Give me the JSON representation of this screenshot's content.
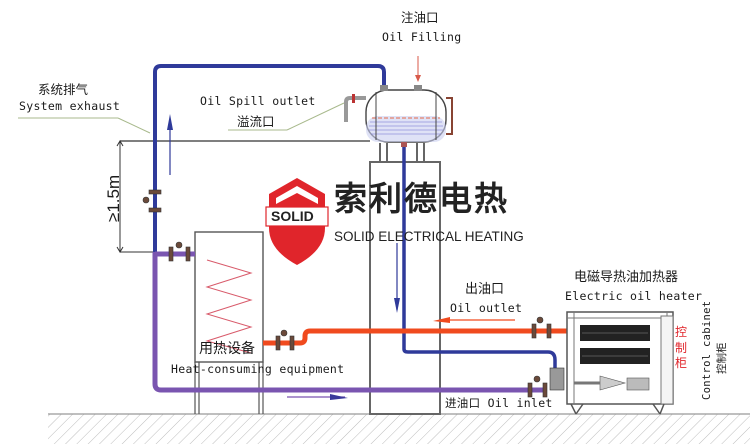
{
  "labels": {
    "oil_filling_cn": "注油口",
    "oil_filling_en": "Oil Filling",
    "system_exhaust_cn": "系统排气",
    "system_exhaust_en": "System exhaust",
    "oil_spill_en": "Oil Spill outlet",
    "oil_spill_cn": "溢流口",
    "height_requirement": "≥1.5m",
    "heat_equipment_cn": "用热设备",
    "heat_equipment_en": "Heat-consuming equipment",
    "oil_outlet_cn": "出油口",
    "oil_outlet_en": "Oil outlet",
    "oil_inlet": "进油口 Oil inlet",
    "heater_cn": "电磁导热油加热器",
    "heater_en": "Electric oil heater",
    "cabinet_panel_cn": "控制柜",
    "cabinet_side_en": "Control cabinet",
    "cabinet_side_cn": "控制柜"
  },
  "brand": {
    "badge_text": "SOLID",
    "name_cn": "索利德电热",
    "name_en": "SOLID ELECTRICAL HEATING"
  },
  "colors": {
    "supply_pipe": "#f04a1e",
    "return_pipe": "#7a55b0",
    "expansion_pipe": "#2f3a9a",
    "brand_red": "#e0252b",
    "coil": "#d85a6a",
    "ground_hatch": "#bbbbbb"
  }
}
